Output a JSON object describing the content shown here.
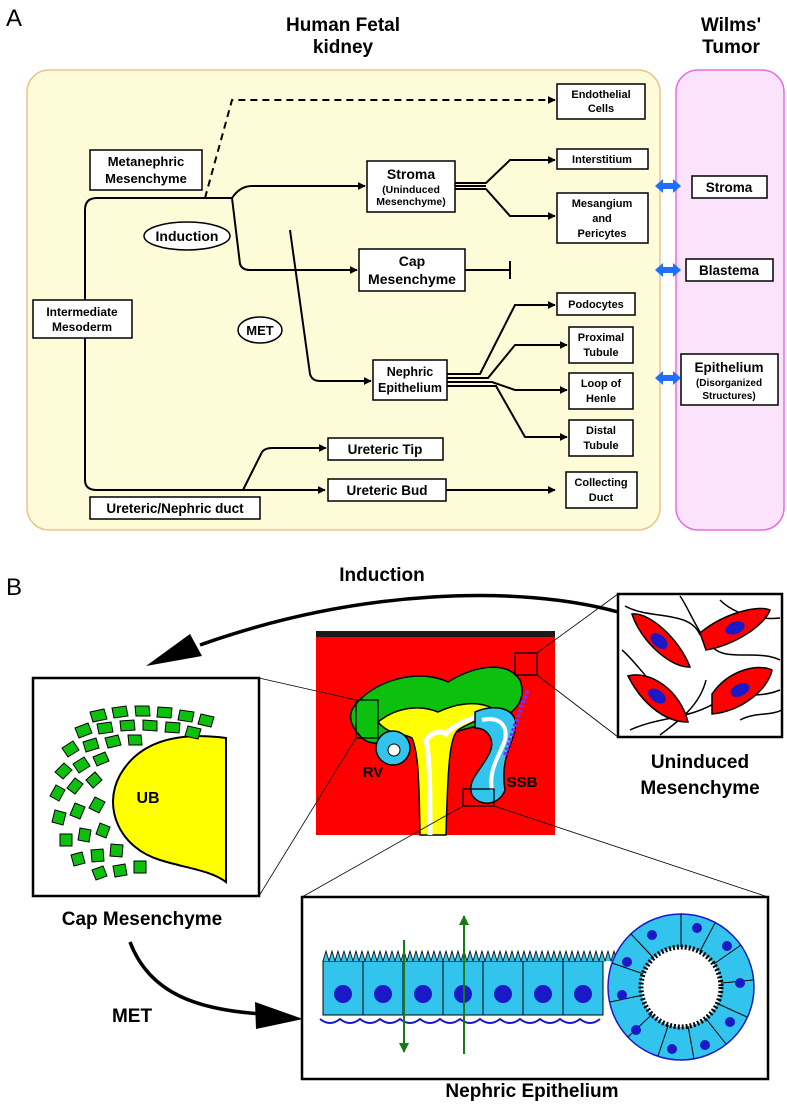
{
  "panel_a": {
    "letter": "A",
    "heading_line1": "Human Fetal",
    "heading_line2": "kidney",
    "tumor_heading_line1": "Wilms'",
    "tumor_heading_line2": "Tumor",
    "intermediate_line1": "Intermediate",
    "intermediate_line2": "Mesoderm",
    "metanephric_line1": "Metanephric",
    "metanephric_line2": "Mesenchyme",
    "induction": "Induction",
    "met": "MET",
    "stroma_title": "Stroma",
    "stroma_sub1": "(Uninduced",
    "stroma_sub2": "Mesenchyme)",
    "cap_line1": "Cap",
    "cap_line2": "Mesenchyme",
    "nephric_line1": "Nephric",
    "nephric_line2": "Epithelium",
    "endothelial_line1": "Endothelial",
    "endothelial_line2": "Cells",
    "interstitium": "Interstitium",
    "mesangium_line1": "Mesangium",
    "mesangium_line2": "and",
    "mesangium_line3": "Pericytes",
    "podocytes": "Podocytes",
    "proximal_line1": "Proximal",
    "proximal_line2": "Tubule",
    "loop_line1": "Loop of",
    "loop_line2": "Henle",
    "distal_line1": "Distal",
    "distal_line2": "Tubule",
    "ureteric_tip": "Ureteric Tip",
    "ureteric_bud": "Ureteric Bud",
    "ureteric_duct": "Ureteric/Nephric duct",
    "collecting_line1": "Collecting",
    "collecting_line2": "Duct",
    "tumor_stroma": "Stroma",
    "tumor_blastema": "Blastema",
    "tumor_epithelium": "Epithelium",
    "tumor_epi_sub1": "(Disorganized",
    "tumor_epi_sub2": "Structures)"
  },
  "panel_b": {
    "letter": "B",
    "induction": "Induction",
    "ub": "UB",
    "rv": "RV",
    "ssb": "SSB",
    "uninduced_line1": "Uninduced",
    "uninduced_line2": "Mesenchyme",
    "cap_mesenchyme": "Cap Mesenchyme",
    "met": "MET",
    "nephric_epithelium": "Nephric Epithelium"
  },
  "colors": {
    "kidney_panel": "#fdfbd8",
    "kidney_border": "#e8c68a",
    "tumor_panel": "#fce3fc",
    "tumor_border": "#e66ee6",
    "arrow_blue": "#1e6fff",
    "tissue_red": "#ff0000",
    "cap_green": "#0ec00e",
    "bud_yellow": "#ffff00",
    "cell_cyan": "#33c4ee",
    "nucleus_blue": "#1919c8",
    "dark_green": "#167a16"
  }
}
